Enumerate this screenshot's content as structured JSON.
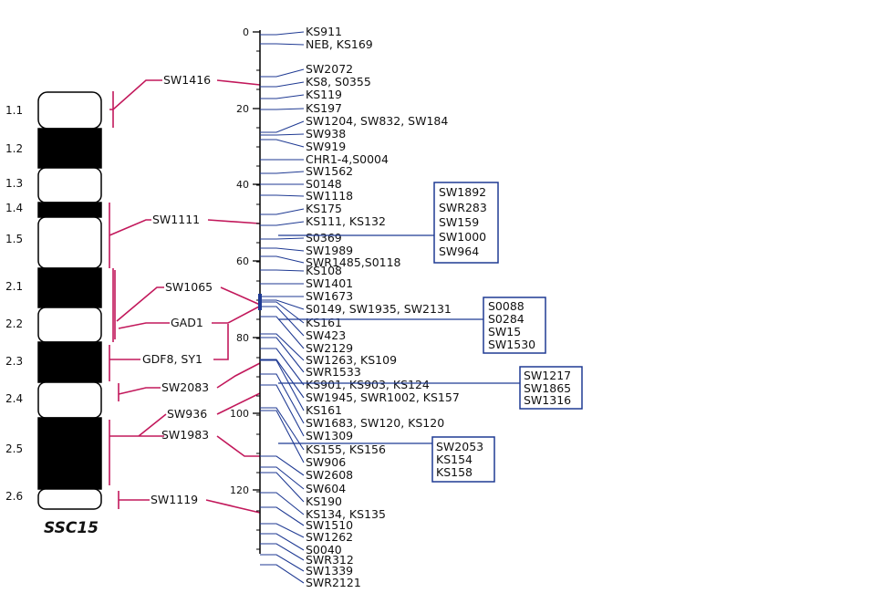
{
  "chromosome": {
    "title": "SSC15",
    "bands": [
      {
        "label": "1.1",
        "fill": "white"
      },
      {
        "label": "1.2",
        "fill": "black"
      },
      {
        "label": "1.3",
        "fill": "white"
      },
      {
        "label": "1.4",
        "fill": "black"
      },
      {
        "label": "1.5",
        "fill": "white"
      },
      {
        "label": "2.1",
        "fill": "black"
      },
      {
        "label": "2.2",
        "fill": "white"
      },
      {
        "label": "2.3",
        "fill": "black"
      },
      {
        "label": "2.4",
        "fill": "white"
      },
      {
        "label": "2.5",
        "fill": "black"
      },
      {
        "label": "2.6",
        "fill": "white"
      }
    ]
  },
  "cytogenetic_markers": [
    "SW1416",
    "SW1111",
    "SW1065",
    "GAD1",
    "GDF8, SY1",
    "SW2083",
    "SW936",
    "SW1983",
    "SW1119"
  ],
  "linkage_scale": {
    "ticks": [
      "0",
      "20",
      "40",
      "60",
      "80",
      "100",
      "120"
    ],
    "markers": [
      "KS911",
      "NEB, KS169",
      "SW2072",
      "KS8, S0355",
      "KS119",
      "KS197",
      "SW1204, SW832, SW184",
      "SW938",
      "SW919",
      "CHR1-4,S0004",
      "SW1562",
      "S0148",
      "SW1118",
      "KS175",
      "KS111, KS132",
      "S0369",
      "SW1989",
      "SWR1485,S0118",
      "KS108",
      "SW1401",
      "SW1673",
      "S0149, SW1935, SW2131",
      "KS161",
      "SW423",
      "SW2129",
      "SW1263, KS109",
      "SWR1533",
      "KS901, KS903, KS124",
      "SW1945, SWR1002, KS157",
      "KS161",
      "SW1683, SW120, KS120",
      "SW1309",
      "KS155, KS156",
      "SW906",
      "SW2608",
      "SW604",
      "KS190",
      "KS134, KS135",
      "SW1510",
      "SW1262",
      "S0040",
      "SWR312",
      "SW1339",
      "SWR2121"
    ]
  },
  "boxes": [
    [
      "SW1892",
      "SWR283",
      "SW159",
      "SW1000",
      "SW964"
    ],
    [
      "S0088",
      "S0284",
      "SW15",
      "SW1530"
    ],
    [
      "SW1217",
      "SW1865",
      "SW1316"
    ],
    [
      "SW2053",
      "KS154",
      "KS158"
    ]
  ],
  "colors": {
    "link": "#c2185b",
    "map": "#1f3a93",
    "box": "#1f3a93",
    "ink": "#111111"
  }
}
